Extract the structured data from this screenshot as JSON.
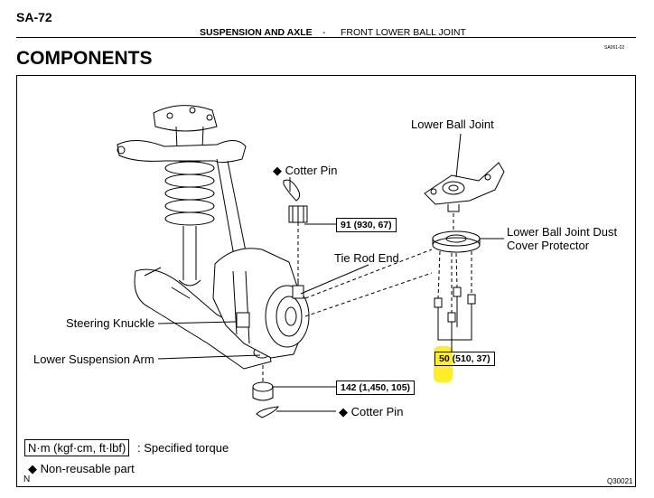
{
  "header": {
    "page_number": "SA-72",
    "section": "SUSPENSION AND AXLE",
    "separator": "-",
    "subsection": "FRONT LOWER BALL JOINT",
    "doc_code": "SA061-02"
  },
  "heading": "COMPONENTS",
  "labels": {
    "cotter_pin_top": "Cotter Pin",
    "lower_ball_joint": "Lower Ball Joint",
    "dust_cover_line1": "Lower Ball Joint Dust",
    "dust_cover_line2": "Cover Protector",
    "tie_rod_end": "Tie Rod End",
    "steering_knuckle": "Steering Knuckle",
    "lower_suspension_arm": "Lower Suspension Arm",
    "cotter_pin_bottom": "Cotter Pin"
  },
  "torques": {
    "tie_rod": "91 (930, 67)",
    "ball_joint_value": "50",
    "ball_joint_rest": " (510, 37)",
    "arm_nut": "142 (1,450, 105)"
  },
  "legend": {
    "unit": "N·m (kgf·cm, ft·lbf)",
    "unit_text": ": Specified torque",
    "non_reusable": "Non-reusable part",
    "diamond": "◆"
  },
  "figure_code": "Q30021",
  "north": "N",
  "highlight_color": "#ffeb00"
}
